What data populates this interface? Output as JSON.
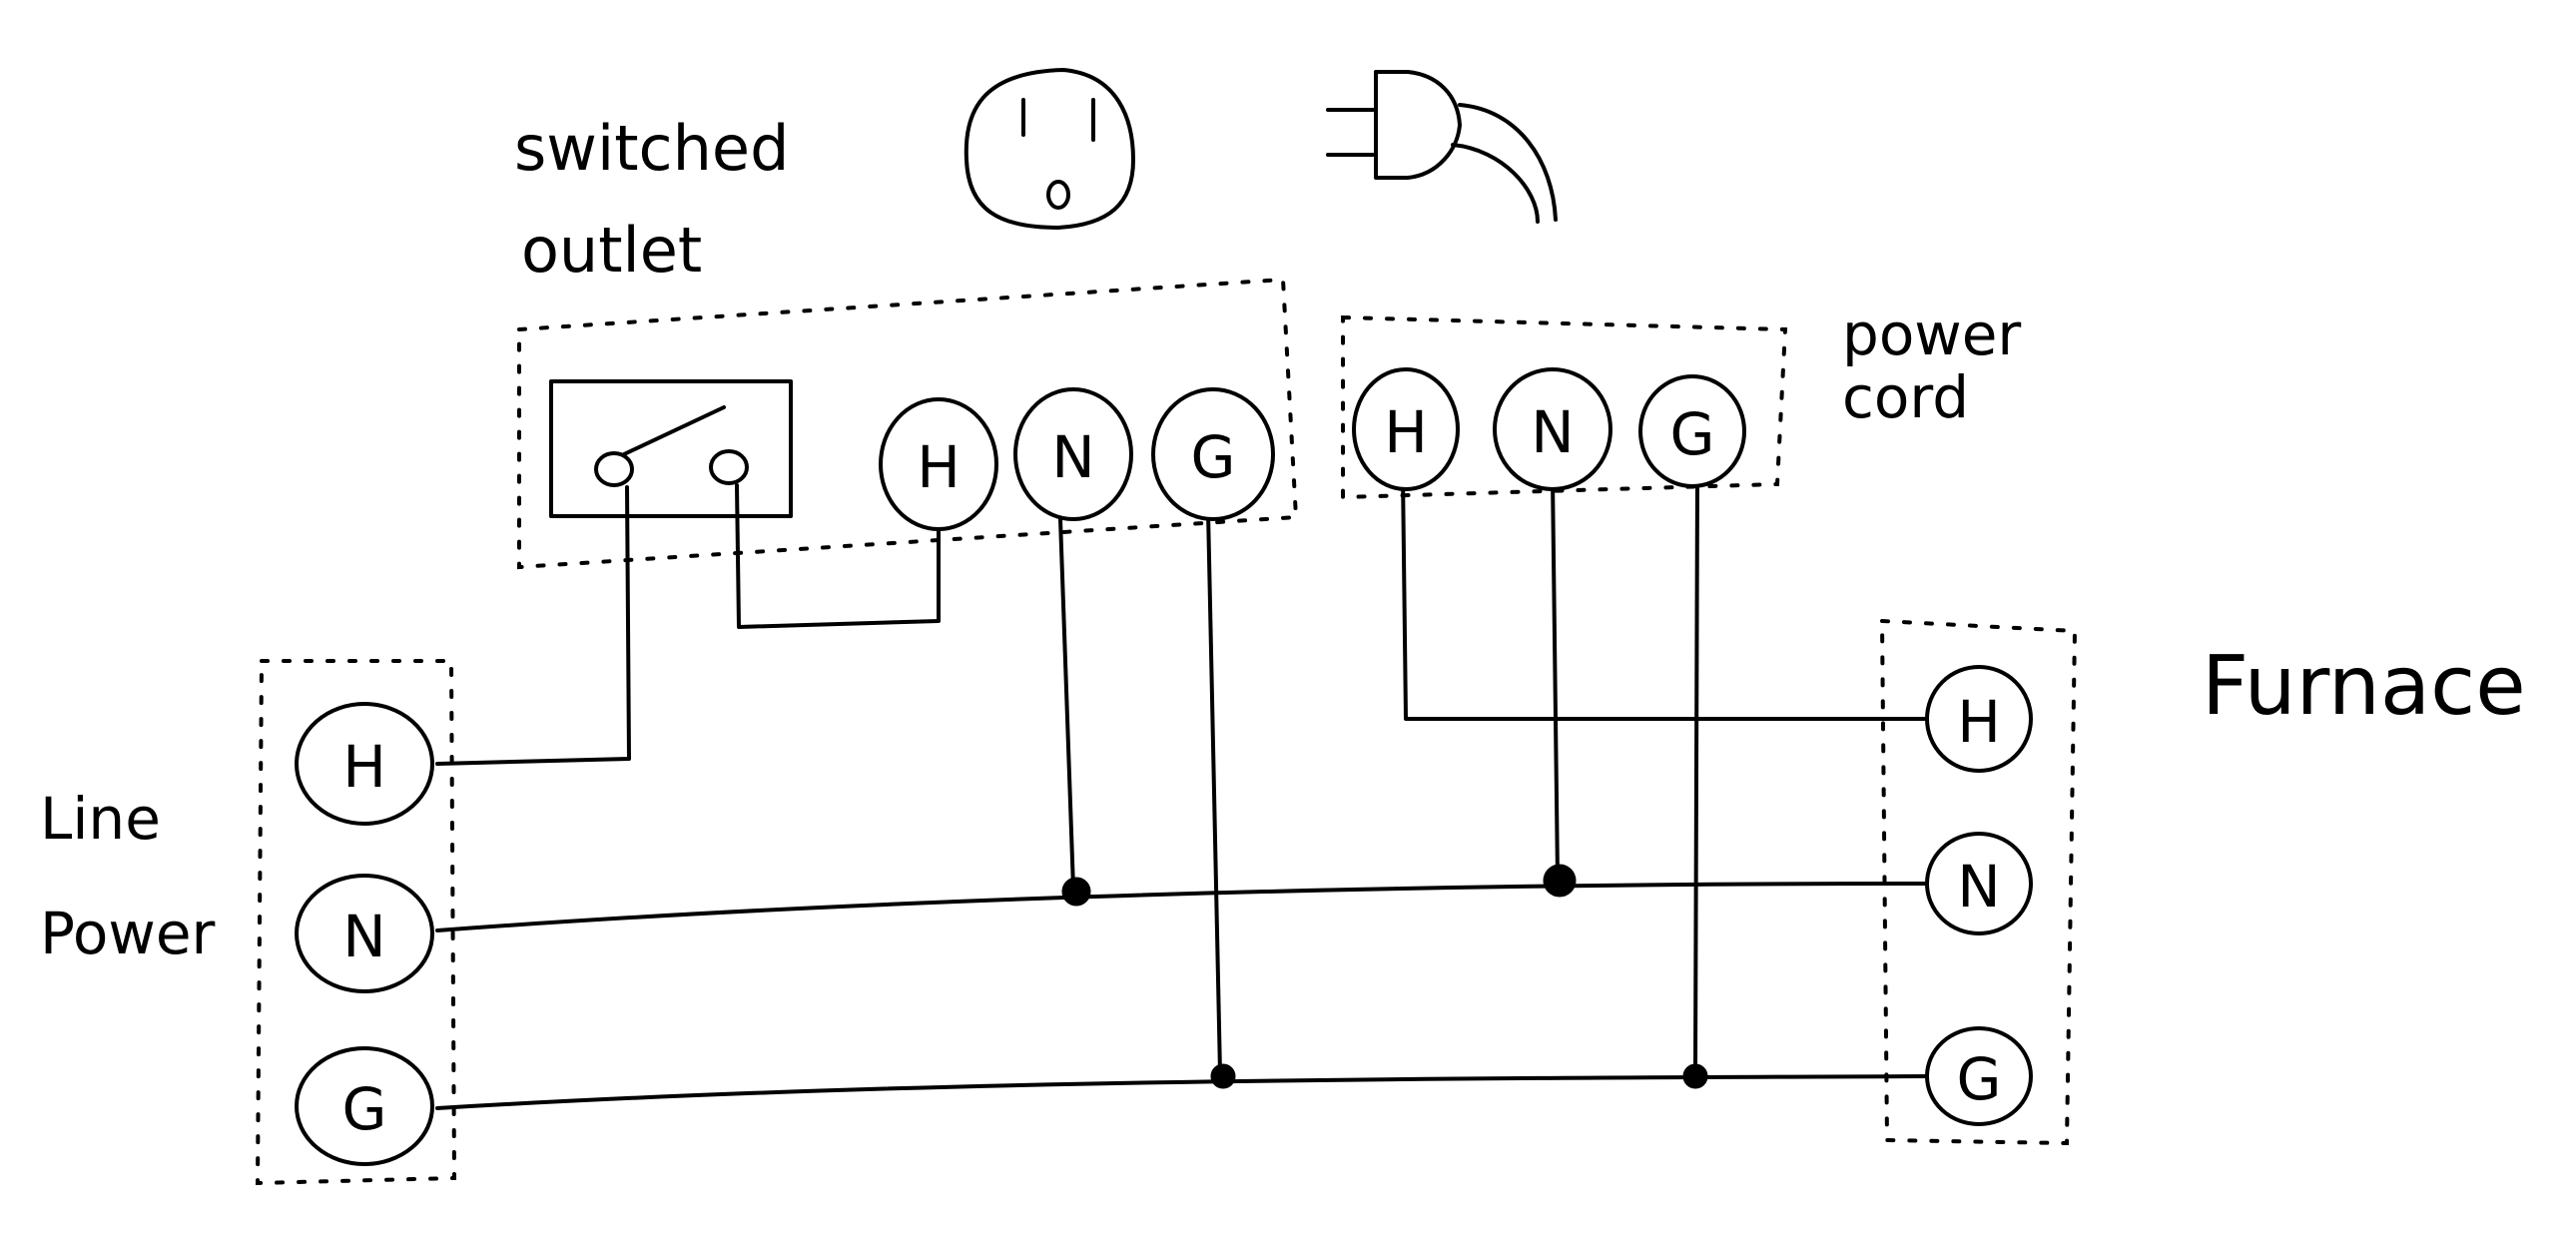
{
  "labels": {
    "switched_outlet_line1": "switched",
    "switched_outlet_line2": "outlet",
    "power_cord_line1": "power",
    "power_cord_line2": "cord",
    "line_power_line1": "Line",
    "line_power_line2": "Power",
    "furnace": "Furnace"
  },
  "terminals": {
    "outlet_h": "H",
    "outlet_n": "N",
    "outlet_g": "G",
    "cord_h": "H",
    "cord_n": "N",
    "cord_g": "G",
    "line_h": "H",
    "line_n": "N",
    "line_g": "G",
    "furnace_h": "H",
    "furnace_n": "N",
    "furnace_g": "G"
  }
}
